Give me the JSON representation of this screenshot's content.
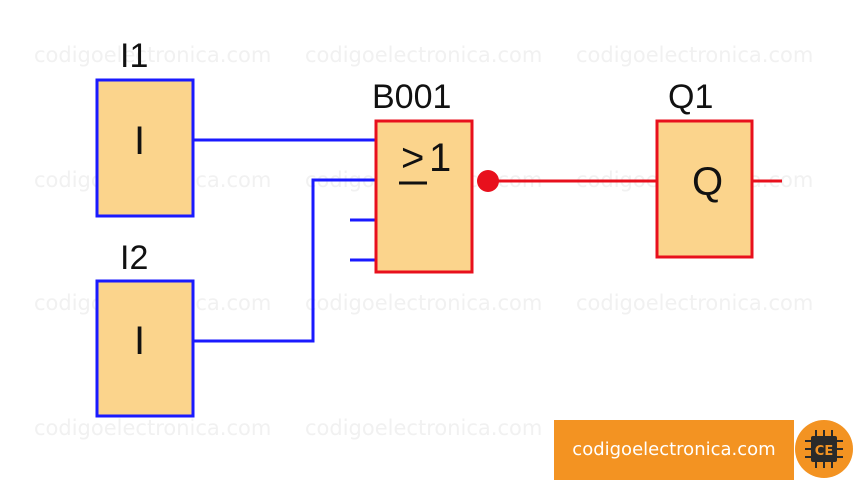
{
  "watermark": "codigoelectronica.com",
  "inputs": [
    {
      "label": "I1",
      "symbol": "I"
    },
    {
      "label": "I2",
      "symbol": "I"
    }
  ],
  "gate": {
    "label": "B001",
    "symbol_ge": ">",
    "symbol_one": "1"
  },
  "output": {
    "label": "Q1",
    "symbol": "Q"
  },
  "brand": {
    "text": "codigoelectronica.com",
    "logo_text": "CE"
  },
  "colors": {
    "box_fill": "#fbd48c",
    "input_border": "#1a1aff",
    "output_border": "#e8101d",
    "brand_orange": "#f39322"
  }
}
